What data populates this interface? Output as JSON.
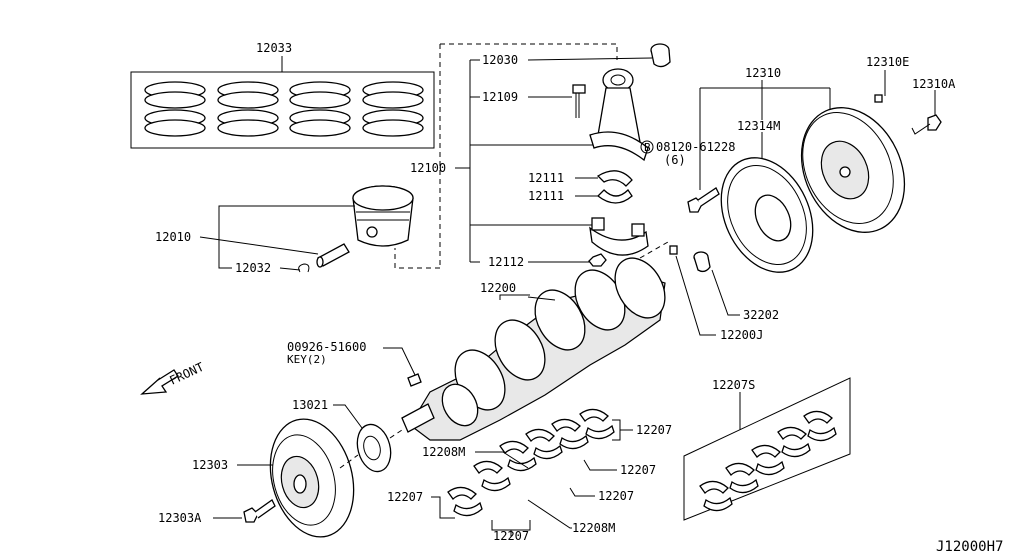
{
  "diagram_code": "J12000H7",
  "labels": {
    "p12033": "12033",
    "p12030": "12030",
    "p12109": "12109",
    "p12100": "12100",
    "p12010": "12010",
    "p12032": "12032",
    "p08120": "08120-61228",
    "p08120_qty": "(6)",
    "p08120_marker": "B",
    "p12111a": "12111",
    "p12111b": "12111",
    "p12112": "12112",
    "p12310": "12310",
    "p12314m": "12314M",
    "p12310e": "12310E",
    "p12310a": "12310A",
    "p12200": "12200",
    "p32202": "32202",
    "p12200j": "12200J",
    "p00926": "00926-51600",
    "p00926_sub": "KEY(2)",
    "front": "FRONT",
    "p13021": "13021",
    "p12303": "12303",
    "p12303a": "12303A",
    "p12207s": "12207S",
    "p12207a": "12207",
    "p12207b": "12207",
    "p12207c": "12207",
    "p12207d": "12207",
    "p12207e": "12207",
    "p12208m_a": "12208M",
    "p12208m_b": "12208M"
  }
}
